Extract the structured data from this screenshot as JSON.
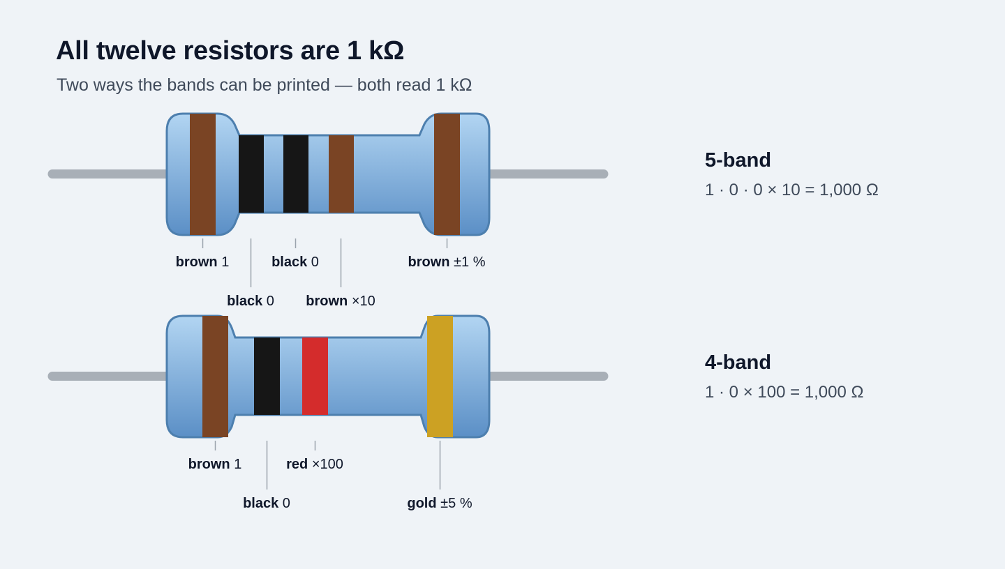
{
  "title": "All twelve resistors are 1 kΩ",
  "subtitle": "Two ways the bands can be printed — both read 1 kΩ",
  "colors": {
    "brown": "#7a4424",
    "black": "#161616",
    "red": "#d42c2c",
    "gold": "#cca123",
    "body_top": "#b2d5f2",
    "body_bottom": "#5b8fc6",
    "outline": "#4d7fae",
    "lead": "#a8afb7"
  },
  "resistors": [
    {
      "name": "5-band",
      "formula": "1 · 0 · 0 × 10 = 1,000 Ω",
      "bands": [
        {
          "color": "brown",
          "meaning": "1"
        },
        {
          "color": "black",
          "meaning": "0"
        },
        {
          "color": "black",
          "meaning": "0"
        },
        {
          "color": "brown",
          "meaning": "×10"
        },
        {
          "color": "brown",
          "meaning": "±1 %"
        }
      ]
    },
    {
      "name": "4-band",
      "formula": "1 · 0 × 100 = 1,000 Ω",
      "bands": [
        {
          "color": "brown",
          "meaning": "1"
        },
        {
          "color": "black",
          "meaning": "0"
        },
        {
          "color": "red",
          "meaning": "×100"
        },
        {
          "color": "gold",
          "meaning": "±5 %"
        }
      ]
    }
  ]
}
